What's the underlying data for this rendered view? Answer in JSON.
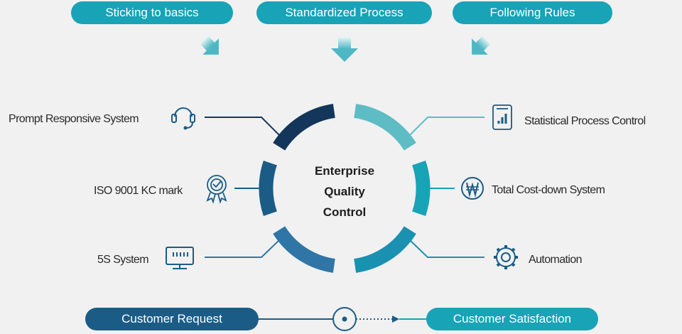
{
  "top_pills": [
    "Sticking to basics",
    "Standardized Process",
    "Following Rules"
  ],
  "center": [
    "Enterprise",
    "Quality",
    "Control"
  ],
  "left_items": [
    "Prompt Responsive System",
    "ISO 9001 KC mark",
    "5S System"
  ],
  "right_items": [
    "Statistical Process Control",
    "Total Cost-down System",
    "Automation"
  ],
  "flow": {
    "start": "Customer Request",
    "end": "Customer Satisfaction"
  },
  "colors": {
    "teal": "#18a3b6",
    "light_teal": "#5ebcc5",
    "navy": "#1b5c86",
    "dark_navy": "#13365a",
    "mid_blue": "#2f76a6"
  }
}
